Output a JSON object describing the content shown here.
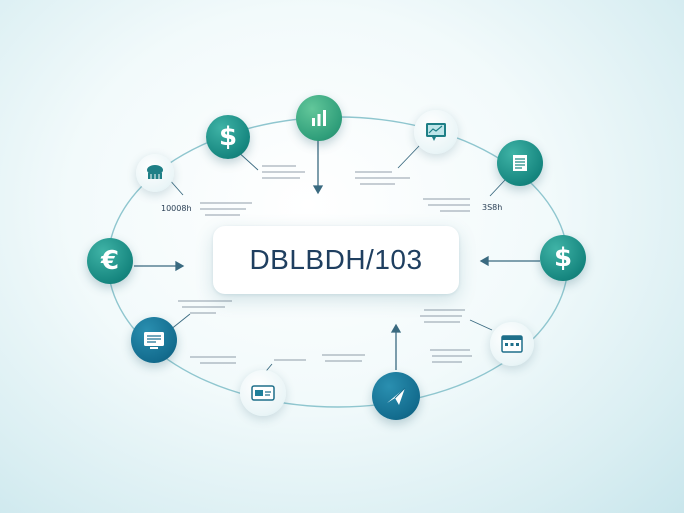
{
  "center": {
    "title": "DBLBDH/103"
  },
  "value_labels": {
    "left": "10008h",
    "right": "3S8h"
  },
  "nodes": [
    {
      "id": "dollar-top",
      "icon": "dollar-icon",
      "symbol": "$"
    },
    {
      "id": "chart-top",
      "icon": "bar-chart-icon"
    },
    {
      "id": "monitor-top-right",
      "icon": "monitor-chart-icon"
    },
    {
      "id": "document-right",
      "icon": "document-icon"
    },
    {
      "id": "dollar-right",
      "icon": "dollar-icon",
      "symbol": "$"
    },
    {
      "id": "calendar-right",
      "icon": "calendar-icon"
    },
    {
      "id": "send-bottom",
      "icon": "paper-plane-icon"
    },
    {
      "id": "card-bottom",
      "icon": "card-icon"
    },
    {
      "id": "screen-left",
      "icon": "screen-icon"
    },
    {
      "id": "euro-left",
      "icon": "euro-icon",
      "symbol": "€"
    },
    {
      "id": "bank-top-left",
      "icon": "bank-icon"
    }
  ],
  "colors": {
    "teal": "#16867f",
    "green": "#2f9e7a",
    "blue": "#136c8e",
    "ring": "#8fc6cf",
    "arrow": "#3a6a80"
  }
}
